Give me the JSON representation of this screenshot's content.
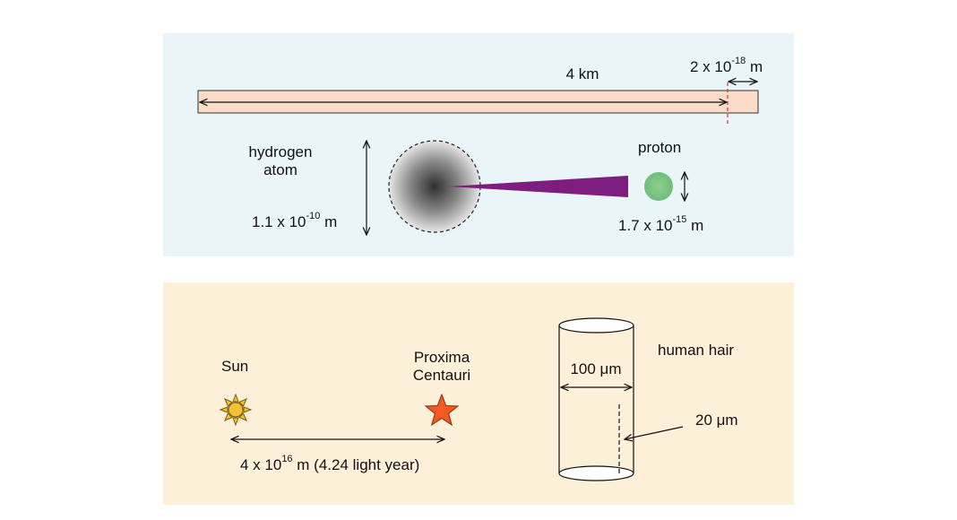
{
  "top_panel": {
    "bar_length": "4 km",
    "bar_offset": {
      "prefix": "2 x 10",
      "exponent": "-18",
      "suffix": " m"
    },
    "atom_label_line1": "hydrogen",
    "atom_label_line2": "atom",
    "atom_size": {
      "prefix": "1.1 x 10",
      "exponent": "-10",
      "suffix": " m"
    },
    "proton_label": "proton",
    "proton_size": {
      "prefix": "1.7 x 10",
      "exponent": "-15",
      "suffix": " m"
    }
  },
  "bottom_panel": {
    "sun_label": "Sun",
    "star_label_line1": "Proxima",
    "star_label_line2": "Centauri",
    "distance": {
      "prefix": "4 x 10",
      "exponent": "16",
      "suffix": " m (4.24 light year)"
    },
    "hair_label": "human hair",
    "hair_diameter": "100 μm",
    "hair_inner": "20 μm"
  },
  "colors": {
    "top_bg": "#e9f5f9",
    "bottom_bg": "#fcf0d9",
    "bar_fill": "#fbdcc9",
    "wedge": "#7d1e7e",
    "proton": "#7bc47f",
    "sun": "#f2c233",
    "star": "#f15a22"
  }
}
